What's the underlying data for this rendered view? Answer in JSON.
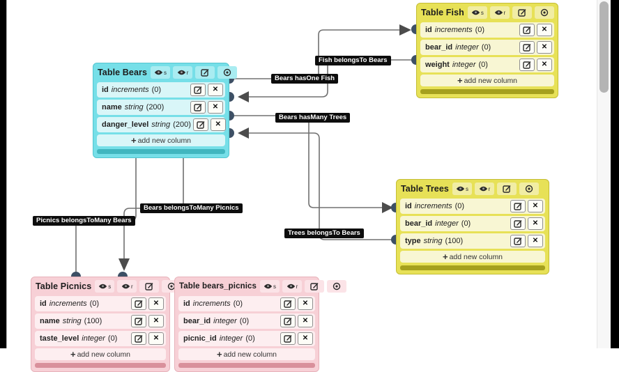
{
  "colors": {
    "yellow_header": "#e7e157",
    "yellow_row": "#f8f6d3",
    "yellow_bar": "#a5a01e",
    "cyan_header": "#76dfe8",
    "cyan_row": "#d9f6f8",
    "cyan_bar": "#41b6bf",
    "pink_header": "#f7d0d6",
    "pink_row": "#fdeef0",
    "line": "#707070",
    "arrow": "#4c4c4c",
    "dot": "#3d5065",
    "label_bg": "#0d0d0d"
  },
  "add_column_label": "add new column",
  "table_header_buttons": [
    {
      "icon": "eye-icon",
      "suffix": "s"
    },
    {
      "icon": "eye-icon",
      "suffix": "r"
    },
    {
      "icon": "edit-icon",
      "suffix": ""
    },
    {
      "icon": "target-icon",
      "suffix": ""
    }
  ],
  "tables": [
    {
      "id": "fish",
      "title": "Table Fish",
      "theme": "yellow",
      "columns": [
        {
          "name": "id",
          "type": "increments",
          "extra": "(0)"
        },
        {
          "name": "bear_id",
          "type": "integer",
          "extra": "(0)"
        },
        {
          "name": "weight",
          "type": "integer",
          "extra": "(0)"
        }
      ]
    },
    {
      "id": "bears",
      "title": "Table Bears",
      "theme": "cyan",
      "columns": [
        {
          "name": "id",
          "type": "increments",
          "extra": "(0)"
        },
        {
          "name": "name",
          "type": "string",
          "extra": "(200)"
        },
        {
          "name": "danger_level",
          "type": "string",
          "extra": "(200)"
        }
      ]
    },
    {
      "id": "trees",
      "title": "Table Trees",
      "theme": "yellow",
      "columns": [
        {
          "name": "id",
          "type": "increments",
          "extra": "(0)"
        },
        {
          "name": "bear_id",
          "type": "integer",
          "extra": "(0)"
        },
        {
          "name": "type",
          "type": "string",
          "extra": "(100)"
        }
      ]
    },
    {
      "id": "picnics",
      "title": "Table Picnics",
      "theme": "pink",
      "columns": [
        {
          "name": "id",
          "type": "increments",
          "extra": "(0)"
        },
        {
          "name": "name",
          "type": "string",
          "extra": "(100)"
        },
        {
          "name": "taste_level",
          "type": "integer",
          "extra": "(0)"
        }
      ]
    },
    {
      "id": "bears_picnics",
      "title": "Table bears_picnics",
      "theme": "pink",
      "columns": [
        {
          "name": "id",
          "type": "increments",
          "extra": "(0)"
        },
        {
          "name": "bear_id",
          "type": "integer",
          "extra": "(0)"
        },
        {
          "name": "picnic_id",
          "type": "integer",
          "extra": "(0)"
        }
      ]
    }
  ],
  "relationships": [
    {
      "label": "Fish belongsTo Bears"
    },
    {
      "label": "Bears hasOne Fish"
    },
    {
      "label": "Bears hasMany Trees"
    },
    {
      "label": "Trees belongsTo Bears"
    },
    {
      "label": "Bears belongsToMany Picnics"
    },
    {
      "label": "Picnics belongsToMany Bears"
    }
  ]
}
